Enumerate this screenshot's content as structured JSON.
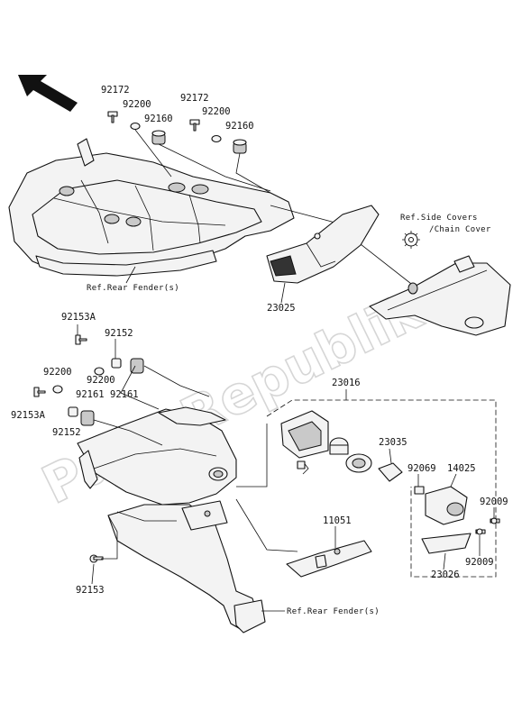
{
  "watermark": "PartsRepublik",
  "part_numbers": {
    "p92172_a": "92172",
    "p92200_a": "92200",
    "p92160_a": "92160",
    "p92172_b": "92172",
    "p92200_b": "92200",
    "p92160_b": "92160",
    "p23025": "23025",
    "p92153A_a": "92153A",
    "p92152_a": "92152",
    "p92200_c": "92200",
    "p92161_a": "92161",
    "p92200_d": "92200",
    "p92161_b": "92161",
    "p92153A_b": "92153A",
    "p92152_b": "92152",
    "p23016": "23016",
    "p23035": "23035",
    "p92069": "92069",
    "p14025": "14025",
    "p92009_a": "92009",
    "p92009_b": "92009",
    "p23026": "23026",
    "p11051": "11051",
    "p92153": "92153"
  },
  "references": {
    "rear_fender_top": "Ref.Rear Fender(s)",
    "side_covers_line1": "Ref.Side Covers",
    "side_covers_line2": "/Chain Cover",
    "rear_fender_bottom": "Ref.Rear Fender(s)"
  },
  "icons": {
    "direction_arrow": "front-direction-arrow-icon",
    "gear": "gear-icon"
  }
}
